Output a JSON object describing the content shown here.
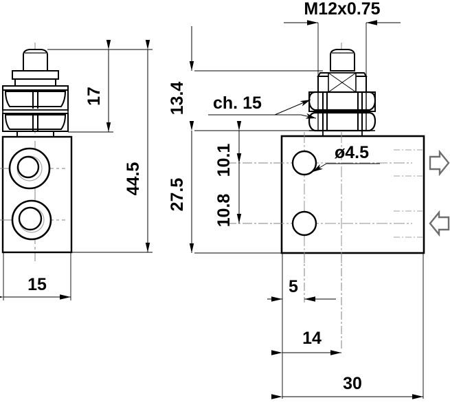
{
  "drawing": {
    "title": "Pneumatic valve technical drawing",
    "units": "mm",
    "views": [
      {
        "name": "front-view",
        "position": "left"
      },
      {
        "name": "side-view",
        "position": "right"
      }
    ]
  },
  "dimensions": {
    "thread_spec": "M12x0.75",
    "hex_spec": "ch. 15",
    "hole_dia": "ø4.5",
    "height_17": "17",
    "height_44_5": "44.5",
    "width_15": "15",
    "height_13_4": "13.4",
    "height_27_5": "27.5",
    "height_10_1": "10.1",
    "height_10_8": "10.8",
    "width_5": "5",
    "width_14": "14",
    "width_30": "30"
  },
  "flow_arrows": [
    {
      "name": "outlet-arrow",
      "direction": "right"
    },
    {
      "name": "inlet-arrow",
      "direction": "left"
    }
  ],
  "colors": {
    "line": "#000000",
    "center_line": "#808080",
    "hidden_line": "#a0a0a0",
    "arrow_outline": "#707070",
    "background": "#ffffff"
  }
}
